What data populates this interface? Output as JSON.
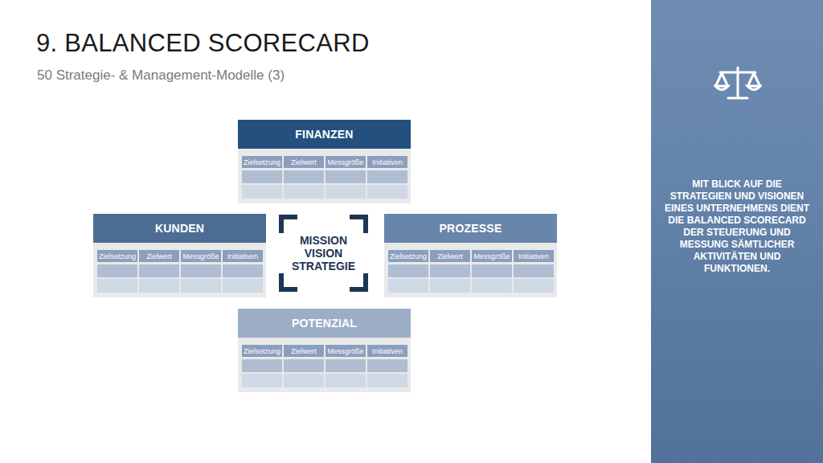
{
  "diagram": {
    "title": "9. BALANCED SCORECARD",
    "nodes": [
      {
        "text": [
          "FINANZEN"
        ]
      },
      {
        "text": [
          "Zielsetzung"
        ],
        "in": 0
      },
      {
        "text": [
          "Zielwert"
        ],
        "in": 0
      },
      {
        "text": [
          "Messgröße"
        ],
        "in": 0
      },
      {
        "text": [
          "Initiativen"
        ],
        "in": 0
      },
      {
        "text": [
          "KUNDEN"
        ]
      },
      {
        "text": [
          "Zielsetzung"
        ],
        "in": 5
      },
      {
        "text": [
          "Zielwert"
        ],
        "in": 5
      },
      {
        "text": [
          "Messgröße"
        ],
        "in": 5
      },
      {
        "text": [
          "Initiativen"
        ],
        "in": 5
      },
      {
        "text": [
          "MISSION VISION STRATEGIE"
        ]
      },
      {
        "text": [
          "PROZESSE"
        ]
      },
      {
        "text": [
          "Zielsetzung"
        ],
        "in": 11
      },
      {
        "text": [
          "Zielwert"
        ],
        "in": 11
      },
      {
        "text": [
          "Messgröße"
        ],
        "in": 11
      },
      {
        "text": [
          "Initiativen"
        ],
        "in": 11
      },
      {
        "text": [
          "POTENZIAL"
        ]
      },
      {
        "text": [
          "Zielsetzung"
        ],
        "in": 16
      },
      {
        "text": [
          "Zielwert"
        ],
        "in": 16
      },
      {
        "text": [
          "Messgröße"
        ],
        "in": 16
      },
      {
        "text": [
          "Initiativen"
        ],
        "in": 16
      },
      {
        "text": [
          "MIT BLICK AUF DIE STRATEGIEN UND VISIONEN EINES UNTERNEHMENS DIENT DIE BALANCED SCORECARD DER STEUERUNG UND MESSUNG SÄMTLICHER AKTIVITÄTEN UND FUNKTIONEN."
        ]
      }
    ],
    "labels": [
      "50 Strategie- & Management-Modelle (3)"
    ]
  }
}
